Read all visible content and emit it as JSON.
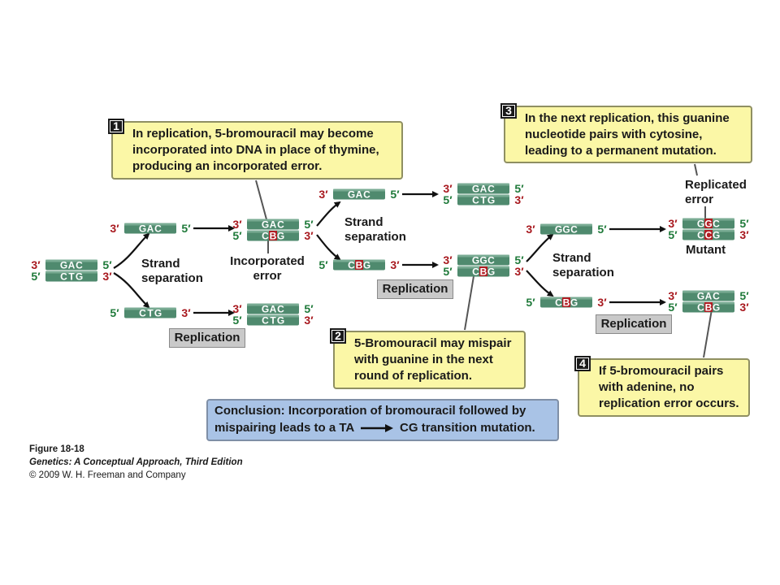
{
  "diagram": {
    "strands": {
      "orig_top": "GAC",
      "orig_bottom": "CTG",
      "top_single": "GAC",
      "bottom_single": "CTG",
      "bu_single": "CBG",
      "ggc_single": "GGC",
      "inc_top": "GAC",
      "inc_bottom": "CBG",
      "rep_top": "GAC",
      "rep_bottom": "CTG",
      "mut_top": "GGC",
      "mut_bottom": "CBG",
      "final_mut_top": "GGC",
      "final_mut_bottom": "CCG",
      "final_noerr_top": "GAC",
      "final_noerr_bottom": "CBG"
    },
    "ends": {
      "three_prime": "3′",
      "five_prime": "5′"
    },
    "labels": {
      "strand_separation_1": [
        "Strand",
        "separation"
      ],
      "strand_separation_2": [
        "Strand",
        "separation"
      ],
      "strand_separation_3": [
        "Strand",
        "separation"
      ],
      "incorporated_error": [
        "Incorporated",
        "error"
      ],
      "replicated_error": [
        "Replicated",
        "error"
      ],
      "mutant": "Mutant",
      "replication_1": "Replication",
      "replication_2": "Replication",
      "replication_3": "Replication"
    },
    "callouts": [
      {
        "number": "1",
        "text": "In replication, 5-bromouracil may become incorporated into DNA in place of thymine, producing an incorporated error."
      },
      {
        "number": "2",
        "text": "5-Bromouracil may mispair with guanine in the next round of replication."
      },
      {
        "number": "3",
        "text": "In the next replication, this guanine nucleotide pairs with cytosine, leading to a permanent mutation."
      },
      {
        "number": "4",
        "text": "If 5-bromouracil pairs with adenine, no replication error occurs."
      }
    ],
    "conclusion": {
      "lead": "Conclusion:",
      "line1_rest": " Incorporation of bromouracil followed by",
      "line2_a": "mispairing leads to a TA",
      "line2_b": "CG transition mutation."
    },
    "colors": {
      "three_prime_end": "#a8191f",
      "five_prime_end": "#1f7a3a",
      "strand_fill": "#4f8a6e",
      "strand_dark": "#3a6b55",
      "bromouracil_highlight": "#b01c22",
      "callout_fill": "#fbf7a6",
      "conclusion_fill": "#a9c3e6",
      "replication_box_fill": "#c9c9c9"
    }
  },
  "caption": {
    "figure": "Figure 18-18",
    "book": "Genetics: A Conceptual Approach, Third Edition",
    "copyright": "© 2009 W. H. Freeman and Company"
  }
}
